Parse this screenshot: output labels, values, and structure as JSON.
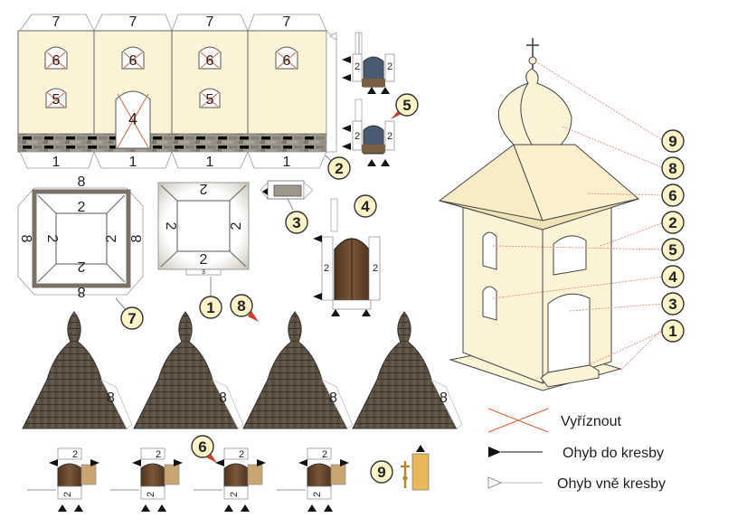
{
  "walls": {
    "top_labels": [
      "7",
      "7",
      "7",
      "7"
    ],
    "bottom_labels": [
      "1",
      "1",
      "1",
      "1"
    ],
    "upper_window": "6",
    "lower_window": "5",
    "door": "4"
  },
  "wall_edge_label": "2",
  "roof_frame": {
    "side": "8",
    "inner": "2"
  },
  "base_frame": {
    "inner": "2",
    "step": "3"
  },
  "domes": {
    "side": "8"
  },
  "shutter_tabs": [
    "2",
    "2"
  ],
  "badges": [
    "9",
    "8",
    "6",
    "2",
    "5",
    "4",
    "3",
    "1"
  ],
  "callouts": {
    "c2": "2",
    "c3": "3",
    "c4": "4",
    "c5": "5",
    "c6": "6",
    "c7": "7",
    "c1": "1",
    "c8": "8",
    "c9": "9"
  },
  "legend": {
    "cut": "Vyříznout",
    "fold_in": "Ohyb do kresby",
    "fold_out": "Ohyb vně kresby"
  },
  "colors": {
    "wall": "#fbf3d6",
    "stone": "#8a8478",
    "wood": "#6b4a30",
    "shingle": "#5b5043",
    "badge": "#fdf5c9",
    "cut": "#e06040"
  }
}
